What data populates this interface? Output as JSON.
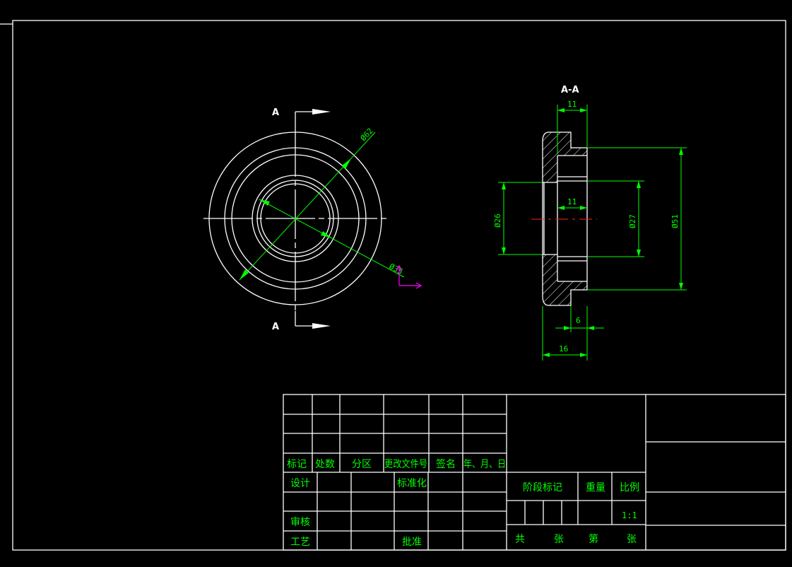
{
  "views": {
    "section_label": "A-A",
    "cut_label_top": "A",
    "cut_label_bottom": "A"
  },
  "dimensions": {
    "front_outer_dia": "Ø62",
    "front_inner_dia": "Ø35",
    "section_width_top": "11",
    "section_width_mid": "11",
    "section_left_dia": "Ø26",
    "section_mid_dia": "Ø27",
    "section_right_dia": "Ø51",
    "section_step": "6",
    "section_total": "16"
  },
  "title_block": {
    "rev_headers": [
      "标记",
      "处数",
      "分区",
      "更改文件号",
      "签名",
      "年、月、日"
    ],
    "design": "设计",
    "standardize": "标准化",
    "review": "审核",
    "process": "工艺",
    "approve": "批准",
    "stage_mark": "阶段标记",
    "weight": "重量",
    "scale": "比例",
    "scale_value": "1:1",
    "total_prefix": "共",
    "sheet_word": "张",
    "number_prefix": "第",
    "sheet_word2": "张"
  },
  "colors": {
    "background": "#000000",
    "outline": "#ffffff",
    "dimension": "#00ff00",
    "centerline": "#ff2020",
    "ucs": "#ff00ff"
  }
}
